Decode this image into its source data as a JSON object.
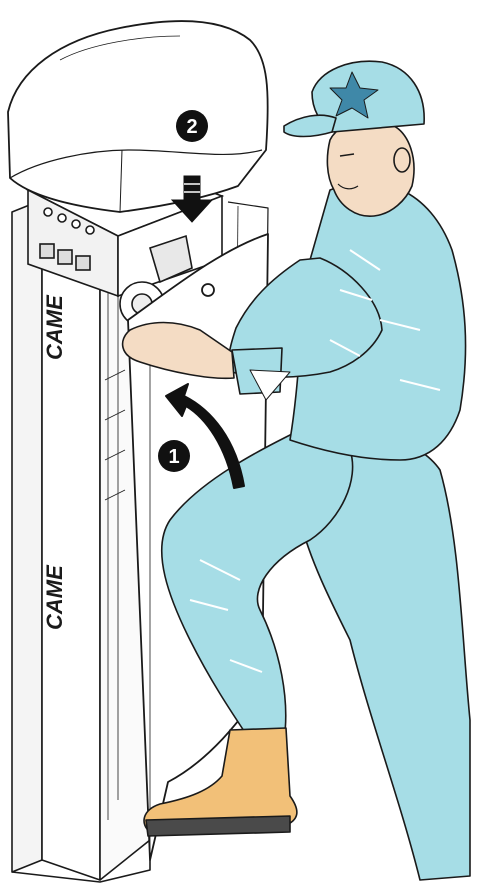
{
  "illustration": {
    "brand_text": "CAME",
    "steps": [
      "1",
      "2"
    ]
  },
  "colors": {
    "outline": "#1a1a1a",
    "clothing": "#a6dde6",
    "cap_star": "#3f88a8",
    "boots": "#f2c078",
    "skin": "#f4dcc4",
    "badge": "#111111",
    "badge_text": "#ffffff"
  },
  "icons": [
    "arrow-curved-up-icon",
    "arrow-down-icon"
  ]
}
